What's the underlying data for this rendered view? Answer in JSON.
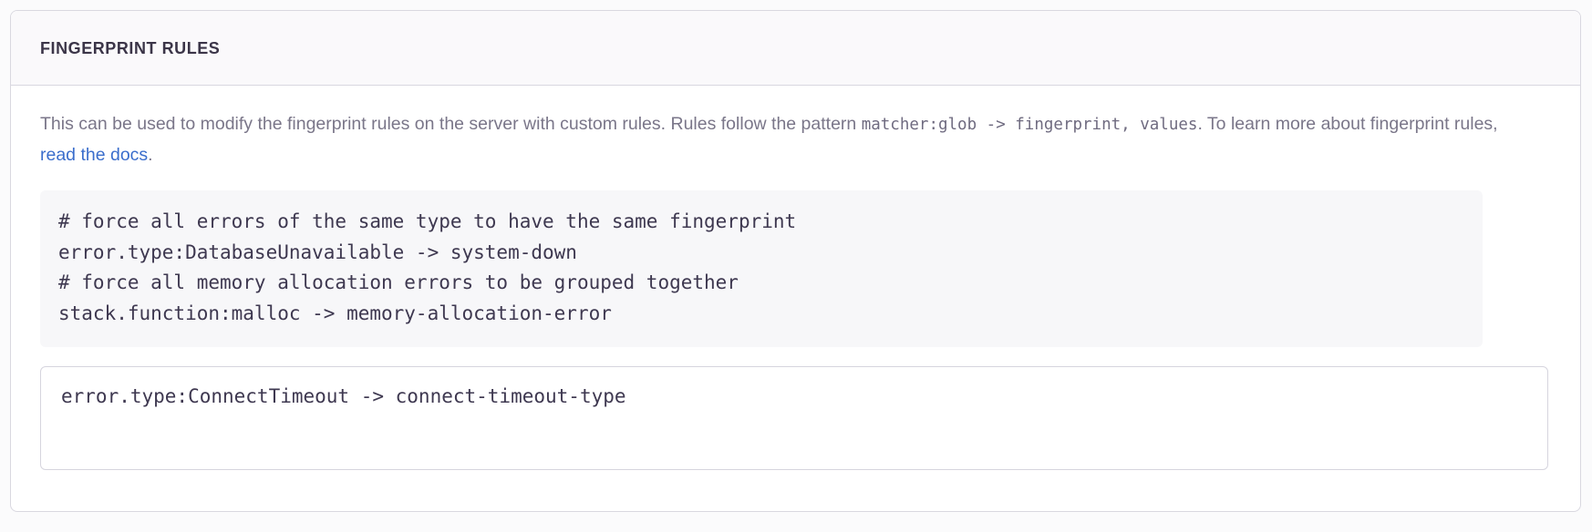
{
  "panel": {
    "title": "FINGERPRINT RULES"
  },
  "description": {
    "part1": "This can be used to modify the fingerprint rules on the server with custom rules. Rules follow the pattern ",
    "code1": "matcher:glob -> fingerprint, values",
    "part2": ". To learn more about fingerprint rules, ",
    "link_label": "read the docs",
    "part3": "."
  },
  "example": {
    "lines": [
      "# force all errors of the same type to have the same fingerprint",
      "error.type:DatabaseUnavailable -> system-down",
      "# force all memory allocation errors to be grouped together",
      "stack.function:malloc -> memory-allocation-error"
    ],
    "text": "# force all errors of the same type to have the same fingerprint\nerror.type:DatabaseUnavailable -> system-down\n# force all memory allocation errors to be grouped together\nstack.function:malloc -> memory-allocation-error"
  },
  "input": {
    "value": "error.type:ConnectTimeout -> connect-timeout-type",
    "placeholder": ""
  },
  "colors": {
    "panel_border": "#d9d8e0",
    "header_bg": "#faf9fb",
    "title": "#3b3548",
    "description_text": "#7a7689",
    "link": "#3b6ecc",
    "code_bg": "#f7f7f9",
    "code_text": "#3e3850",
    "page_bg": "#fbfbfc"
  }
}
